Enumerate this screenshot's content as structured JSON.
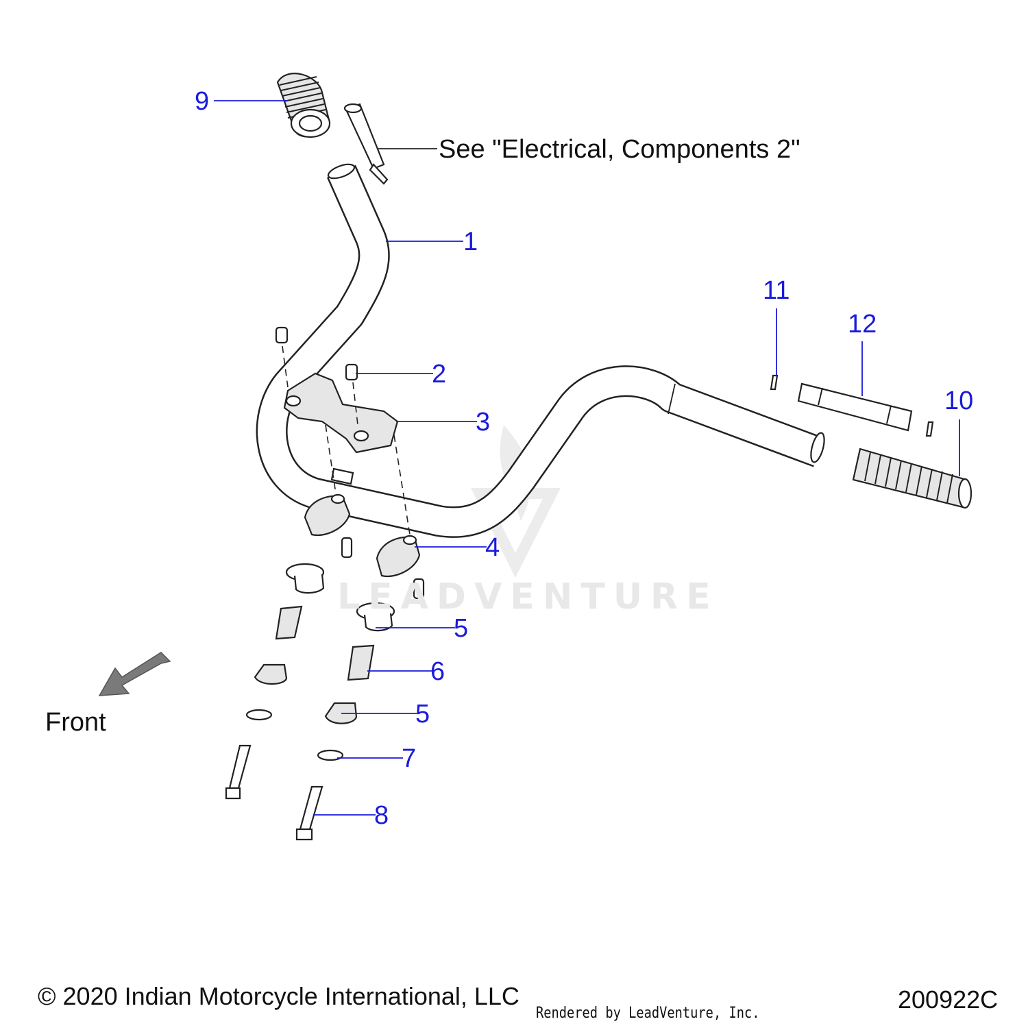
{
  "callouts": [
    {
      "id": "1",
      "label": "1"
    },
    {
      "id": "2",
      "label": "2"
    },
    {
      "id": "3",
      "label": "3"
    },
    {
      "id": "4",
      "label": "4"
    },
    {
      "id": "5a",
      "label": "5"
    },
    {
      "id": "5b",
      "label": "5"
    },
    {
      "id": "6",
      "label": "6"
    },
    {
      "id": "7",
      "label": "7"
    },
    {
      "id": "8",
      "label": "8"
    },
    {
      "id": "9",
      "label": "9"
    },
    {
      "id": "10",
      "label": "10"
    },
    {
      "id": "11",
      "label": "11"
    },
    {
      "id": "12",
      "label": "12"
    }
  ],
  "note": "See \"Electrical, Components 2\"",
  "direction_label": "Front",
  "footer": {
    "copyright": "© 2020 Indian Motorcycle International, LLC",
    "rendered_by": "Rendered by LeadVenture, Inc.",
    "diagram_code": "200922C"
  },
  "watermark": {
    "text": "LEADVENTURE"
  },
  "colors": {
    "callout": "#1a1adc",
    "line": "#222222",
    "arrow": "#7a7a7a",
    "watermark": "#e8e8e8"
  }
}
